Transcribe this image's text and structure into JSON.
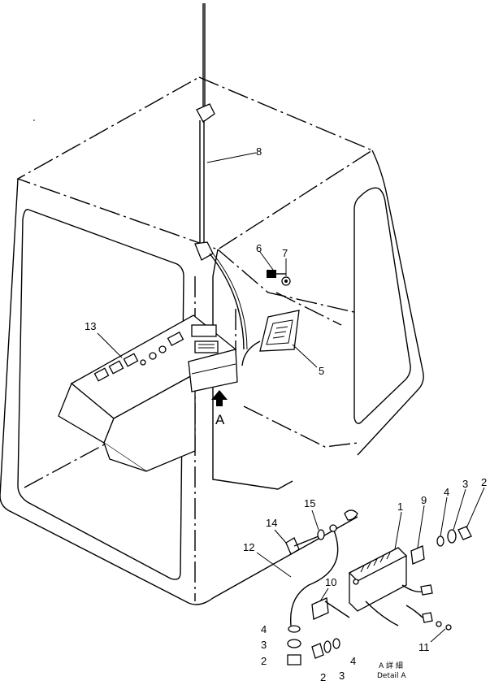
{
  "callouts": {
    "c1": "1",
    "c2a": "2",
    "c2b": "2",
    "c2c": "2",
    "c3a": "3",
    "c3b": "3",
    "c3c": "3",
    "c4a": "4",
    "c4b": "4",
    "c4c": "4",
    "c5": "5",
    "c6": "6",
    "c7": "7",
    "c8": "8",
    "c9": "9",
    "c10": "10",
    "c11": "11",
    "c12": "12",
    "c13": "13",
    "c14": "14",
    "c15": "15"
  },
  "view_marker": "A",
  "detail_caption": {
    "line1": "A 詳 細",
    "line2": "Detail A"
  },
  "colors": {
    "ink": "#000000",
    "paper": "#ffffff"
  }
}
